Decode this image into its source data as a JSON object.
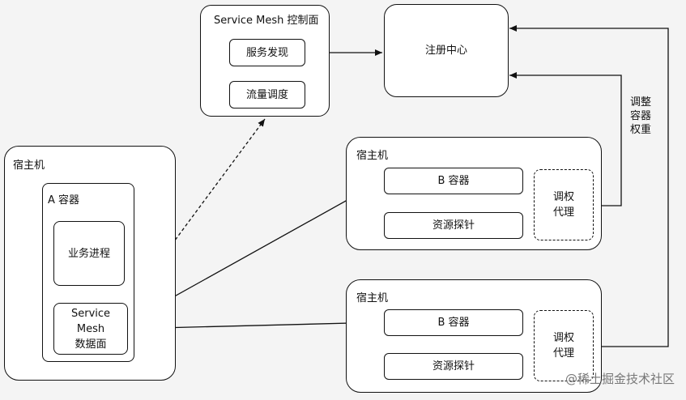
{
  "control_plane": {
    "title": "Service Mesh 控制面",
    "service_discovery": "服务发现",
    "traffic_scheduling": "流量调度"
  },
  "registry": {
    "label": "注册中心"
  },
  "weight_note": [
    "调整",
    "容器",
    "权重"
  ],
  "host_left": {
    "title": "宿主机",
    "container_title": "A 容器",
    "business_process": "业务进程",
    "data_plane": [
      "Service",
      "Mesh",
      "数据面"
    ]
  },
  "host_top_right": {
    "title": "宿主机",
    "container": "B 容器",
    "resource_probe": "资源探针",
    "weight_proxy": [
      "调权",
      "代理"
    ]
  },
  "host_bottom_right": {
    "title": "宿主机",
    "container": "B 容器",
    "resource_probe": "资源探针",
    "weight_proxy": [
      "调权",
      "代理"
    ]
  },
  "watermark": "@稀土掘金技术社区"
}
